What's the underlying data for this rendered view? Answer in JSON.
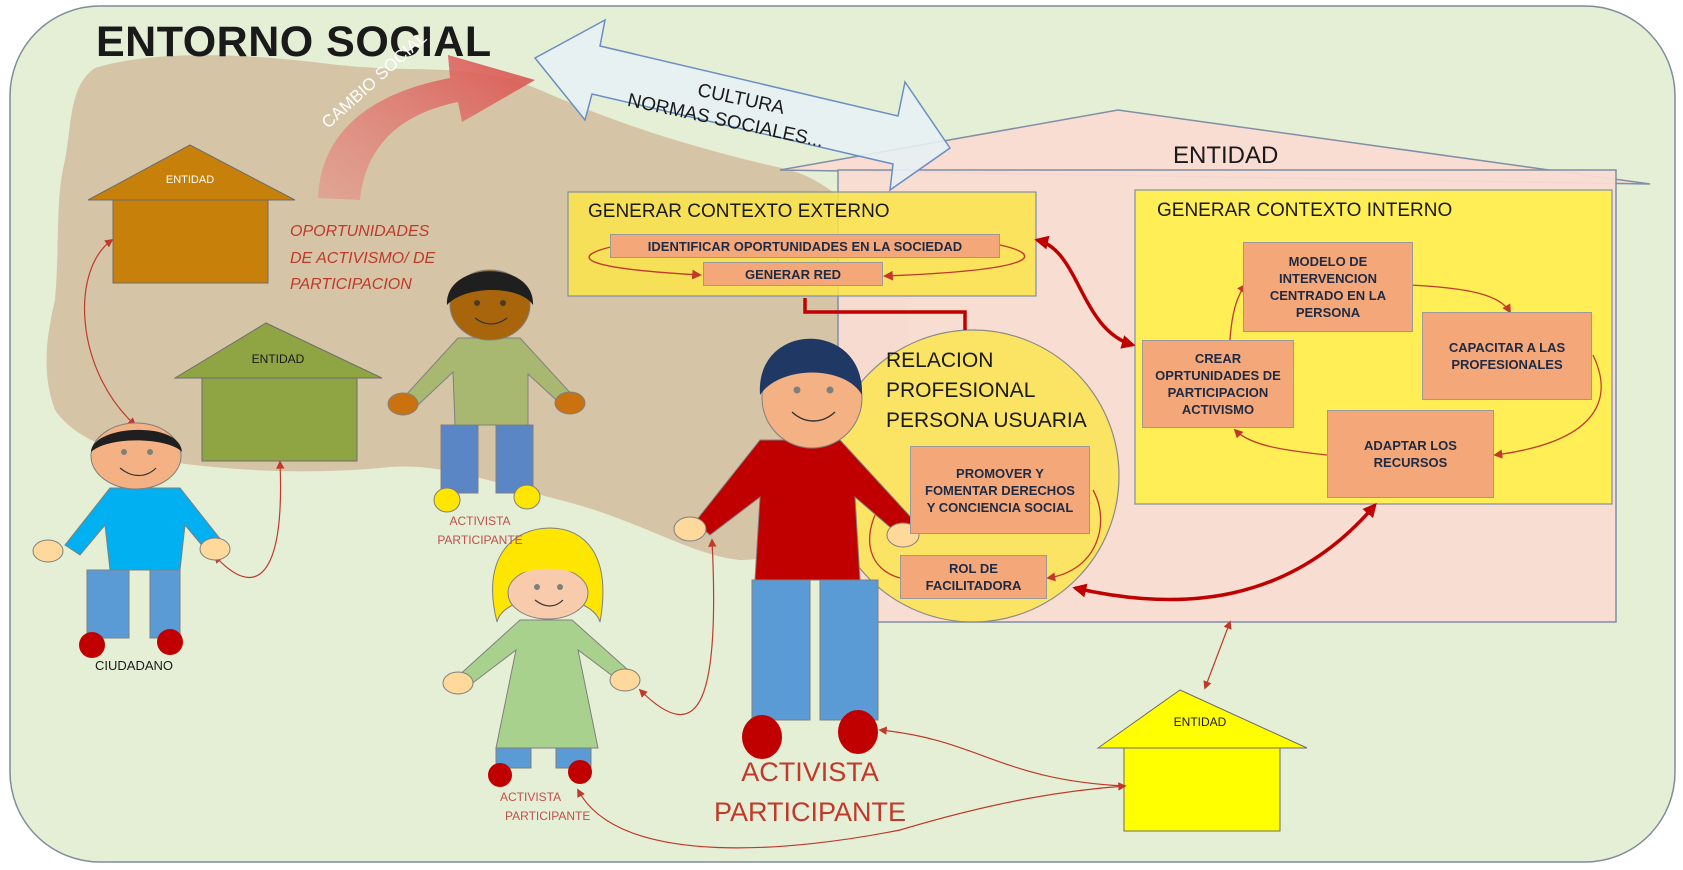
{
  "diagram": {
    "title": "ENTORNO SOCIAL",
    "social_change": "CAMBIO SOCIAL",
    "culture_arrow": [
      "CULTURA",
      "NORMAS SOCIALES..."
    ],
    "opportunities": [
      "OPORTUNIDADES",
      "DE ACTIVISMO/ DE",
      "PARTICIPACION"
    ],
    "entity_house": {
      "label": "ENTIDAD",
      "external": {
        "title": "GENERAR CONTEXTO EXTERNO",
        "items": [
          "IDENTIFICAR  OPORTUNIDADES  EN LA SOCIEDAD",
          "GENERAR RED"
        ]
      },
      "internal": {
        "title": "GENERAR CONTEXTO INTERNO",
        "items": [
          "MODELO DE INTERVENCION CENTRADO  EN LA PERSONA",
          "CAPACITAR  A LAS PROFESIONALES",
          "ADAPTAR  LOS RECURSOS",
          "CREAR OPRTUNIDADES  DE PARTICIPACION ACTIVISMO"
        ]
      },
      "relation": {
        "title": [
          "RELACION",
          "PROFESIONAL",
          "PERSONA USUARIA"
        ],
        "items": [
          "PROMOVER  Y FOMENTAR DERECHOS  Y CONCIENCIA SOCIAL",
          "ROL DE FACILITADORA"
        ]
      }
    },
    "small_entities": [
      "ENTIDAD",
      "ENTIDAD",
      "ENTIDAD"
    ],
    "people": {
      "citizen": "CIUDADANO",
      "activist_top": [
        "ACTIVISTA",
        "PARTICIPANTE"
      ],
      "activist_girl": [
        "ACTIVISTA",
        "PARTICIPANTE"
      ],
      "activist_main": [
        "ACTIVISTA",
        "PARTICIPANTE"
      ]
    },
    "colors": {
      "background": "#e5efd6",
      "shaded_region": "#d8b79c",
      "entity_house": "#f9dcd2",
      "context_box": "#ffee55",
      "item_box": "#f4a87a",
      "arrow_red": "#c00000"
    }
  }
}
